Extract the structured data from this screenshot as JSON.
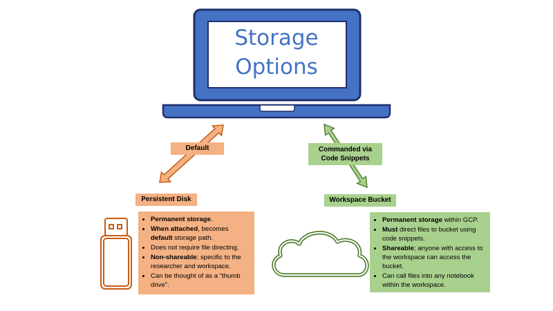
{
  "title": {
    "line1": "Storage",
    "line2": "Options"
  },
  "arrows": {
    "left_label": "Default",
    "right_label_line1": "Commanded via",
    "right_label_line2": "Code Snippets"
  },
  "persistent_disk": {
    "heading": "Persistent Disk",
    "bullets": [
      {
        "parts": [
          {
            "bold": true,
            "text": "Permanent storage"
          },
          {
            "bold": false,
            "text": "."
          }
        ]
      },
      {
        "parts": [
          {
            "bold": true,
            "text": "When attached"
          },
          {
            "bold": false,
            "text": ", becomes "
          },
          {
            "bold": true,
            "text": "default"
          },
          {
            "bold": false,
            "text": " storage path."
          }
        ]
      },
      {
        "parts": [
          {
            "bold": false,
            "text": "Does not require file directing."
          }
        ]
      },
      {
        "parts": [
          {
            "bold": true,
            "text": "Non-shareable"
          },
          {
            "bold": false,
            "text": "; specific to the researcher and workspace."
          }
        ]
      },
      {
        "parts": [
          {
            "bold": false,
            "text": "Can be thought of as a “thumb drive”."
          }
        ]
      }
    ]
  },
  "workspace_bucket": {
    "heading": "Workspace Bucket",
    "bullets": [
      {
        "parts": [
          {
            "bold": true,
            "text": "Permanent storage"
          },
          {
            "bold": false,
            "text": " within GCP."
          }
        ]
      },
      {
        "parts": [
          {
            "bold": true,
            "text": "Must"
          },
          {
            "bold": false,
            "text": " direct files to bucket using code snippets."
          }
        ]
      },
      {
        "parts": [
          {
            "bold": true,
            "text": "Shareable"
          },
          {
            "bold": false,
            "text": "; anyone with access to the workspace can access the bucket."
          }
        ]
      },
      {
        "parts": [
          {
            "bold": false,
            "text": "Can call files into any notebook within the workspace."
          }
        ]
      }
    ]
  },
  "colors": {
    "laptop_fill": "#4472c4",
    "laptop_outline": "#1f2f6e",
    "title_text": "#4472c4",
    "orange": "#f4b183",
    "orange_stroke": "#c55a11",
    "green": "#a9d18e",
    "green_stroke": "#548235"
  },
  "icons": {
    "laptop": "laptop-icon",
    "usb": "usb-drive-icon",
    "cloud": "cloud-icon"
  }
}
